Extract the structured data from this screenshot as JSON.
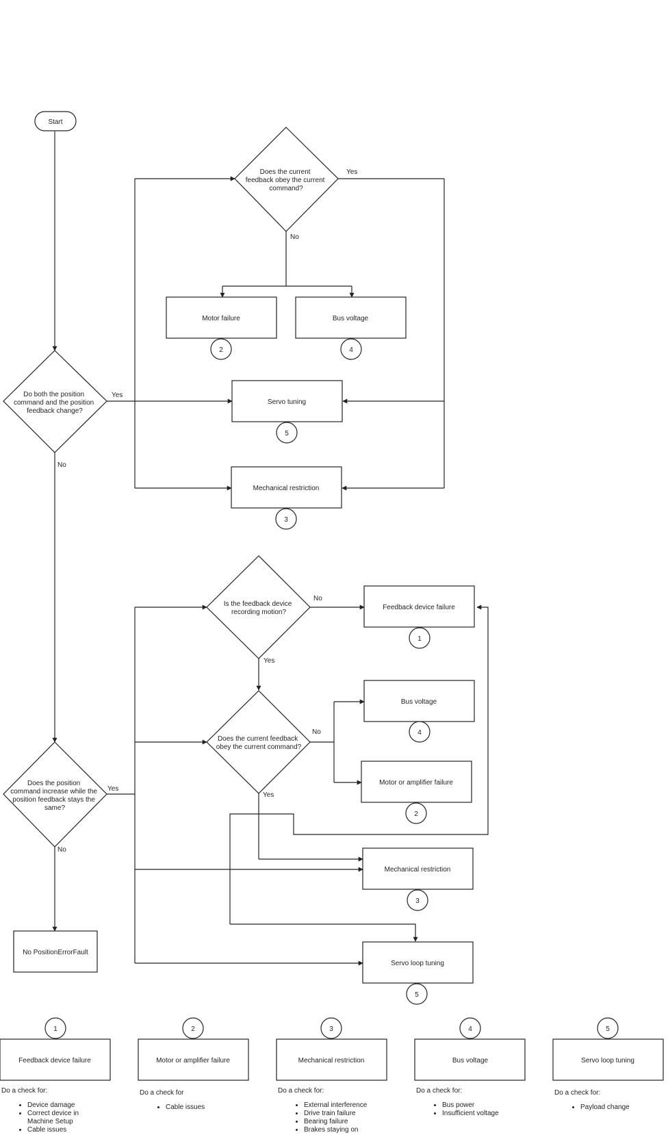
{
  "start": "Start",
  "edges": {
    "yes": "Yes",
    "no": "No"
  },
  "d1": {
    "lines": [
      "Do both the position",
      "command and the position",
      "feedback change?"
    ]
  },
  "d2": {
    "lines": [
      "Does the current",
      "feedback obey the current",
      "command?"
    ]
  },
  "d3": {
    "lines": [
      "Does the position",
      "command increase while the",
      "position feedback stays the",
      "same?"
    ]
  },
  "d4": {
    "lines": [
      "Is the feedback device",
      "recording motion?"
    ]
  },
  "d5": {
    "lines": [
      "Does the current feedback",
      "obey the current command?"
    ]
  },
  "boxes": {
    "motor_failure": "Motor failure",
    "bus_voltage": "Bus voltage",
    "servo_tuning": "Servo tuning",
    "mech_restriction": "Mechanical restriction",
    "feedback_failure": "Feedback device failure",
    "bus_voltage_2": "Bus voltage",
    "motor_amp_failure": "Motor or amplifier failure",
    "mech_restriction_2": "Mechanical restriction",
    "servo_loop_tuning": "Servo loop tuning",
    "no_fault": "No PositionErrorFault"
  },
  "markers": {
    "motor_failure": "2",
    "bus_voltage": "4",
    "servo_tuning": "5",
    "mech_restriction": "3",
    "feedback_failure": "1",
    "bus_voltage_2": "4",
    "motor_amp_failure": "2",
    "mech_restriction_2": "3",
    "servo_loop_tuning": "5"
  },
  "legend": [
    {
      "num": "1",
      "title": "Feedback device failure",
      "heading": "Do a check for:",
      "items": [
        "Device damage",
        "Correct device in Machine Setup",
        "Cable issues"
      ]
    },
    {
      "num": "2",
      "title": "Motor or amplifier failure",
      "heading": "Do a check for",
      "items": [
        "Cable issues"
      ]
    },
    {
      "num": "3",
      "title": "Mechanical restriction",
      "heading": "Do a check for:",
      "items": [
        "External interference",
        "Drive train failure",
        "Bearing failure",
        "Brakes staying on"
      ]
    },
    {
      "num": "4",
      "title": "Bus voltage",
      "heading": "Do a check for:",
      "items": [
        "Bus power",
        "Insufficient voltage"
      ]
    },
    {
      "num": "5",
      "title": "Servo loop tuning",
      "heading": "Do a check for:",
      "items": [
        "Payload change"
      ]
    }
  ]
}
